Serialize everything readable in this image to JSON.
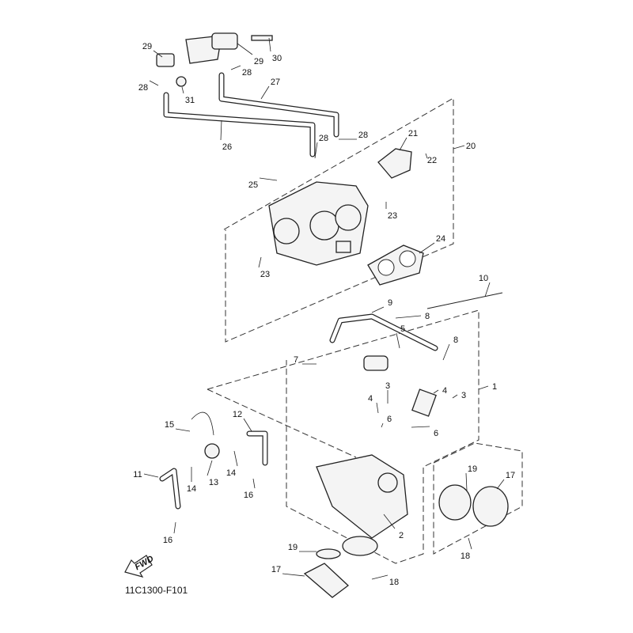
{
  "diagram_code": "11C1300-F101",
  "fwd_label": "FWD",
  "callouts": [
    {
      "id": "29",
      "name": "callout-29a"
    },
    {
      "id": "30",
      "name": "callout-30"
    },
    {
      "id": "29",
      "name": "callout-29b"
    },
    {
      "id": "28",
      "name": "callout-28a"
    },
    {
      "id": "28",
      "name": "callout-28b"
    },
    {
      "id": "31",
      "name": "callout-31"
    },
    {
      "id": "27",
      "name": "callout-27"
    },
    {
      "id": "26",
      "name": "callout-26"
    },
    {
      "id": "28",
      "name": "callout-28c"
    },
    {
      "id": "28",
      "name": "callout-28d"
    },
    {
      "id": "21",
      "name": "callout-21"
    },
    {
      "id": "20",
      "name": "callout-20"
    },
    {
      "id": "22",
      "name": "callout-22"
    },
    {
      "id": "25",
      "name": "callout-25"
    },
    {
      "id": "23",
      "name": "callout-23a"
    },
    {
      "id": "24",
      "name": "callout-24"
    },
    {
      "id": "23",
      "name": "callout-23b"
    },
    {
      "id": "10",
      "name": "callout-10"
    },
    {
      "id": "9",
      "name": "callout-9"
    },
    {
      "id": "8",
      "name": "callout-8a"
    },
    {
      "id": "5",
      "name": "callout-5"
    },
    {
      "id": "8",
      "name": "callout-8b"
    },
    {
      "id": "1",
      "name": "callout-1"
    },
    {
      "id": "7",
      "name": "callout-7"
    },
    {
      "id": "3",
      "name": "callout-3a"
    },
    {
      "id": "4",
      "name": "callout-4a"
    },
    {
      "id": "4",
      "name": "callout-4b"
    },
    {
      "id": "3",
      "name": "callout-3b"
    },
    {
      "id": "6",
      "name": "callout-6a"
    },
    {
      "id": "6",
      "name": "callout-6b"
    },
    {
      "id": "12",
      "name": "callout-12"
    },
    {
      "id": "15",
      "name": "callout-15"
    },
    {
      "id": "11",
      "name": "callout-11"
    },
    {
      "id": "13",
      "name": "callout-13"
    },
    {
      "id": "14",
      "name": "callout-14a"
    },
    {
      "id": "14",
      "name": "callout-14b"
    },
    {
      "id": "16",
      "name": "callout-16a"
    },
    {
      "id": "16",
      "name": "callout-16b"
    },
    {
      "id": "19",
      "name": "callout-19a"
    },
    {
      "id": "17",
      "name": "callout-17a"
    },
    {
      "id": "2",
      "name": "callout-2"
    },
    {
      "id": "18",
      "name": "callout-18a"
    },
    {
      "id": "19",
      "name": "callout-19b"
    },
    {
      "id": "17",
      "name": "callout-17b"
    },
    {
      "id": "18",
      "name": "callout-18b"
    }
  ]
}
